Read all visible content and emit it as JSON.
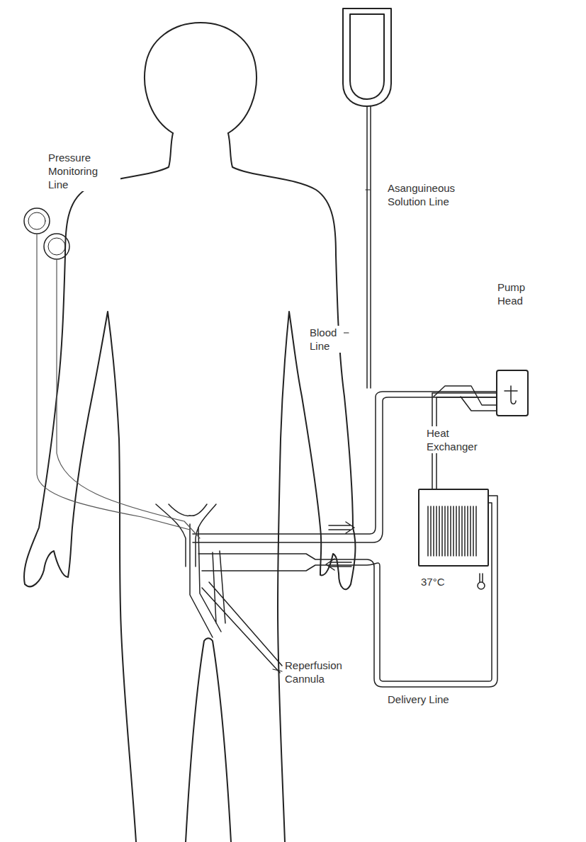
{
  "diagram": {
    "nodes": [
      {
        "text": [
          "Pump Head"
        ]
      },
      {
        "text": [
          "Heat Exchanger"
        ]
      }
    ],
    "edges": [
      {
        "from": 0,
        "to": 1,
        "arrow": "none"
      }
    ],
    "labels": [
      "Pressure Monitoring Line",
      "Asanguineous Solution Line",
      "Blood Line",
      "37°C",
      "Reperfusion Cannula",
      "Delivery Line"
    ]
  }
}
